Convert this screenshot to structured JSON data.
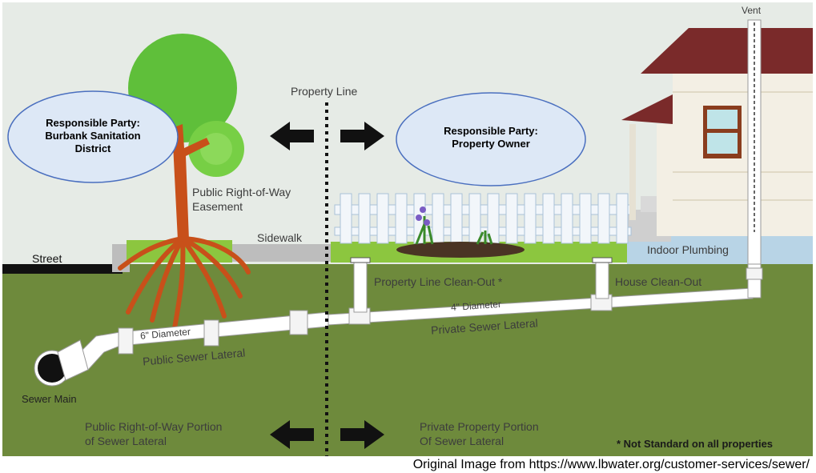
{
  "labels": {
    "vent": "Vent",
    "property_line": "Property Line",
    "public_row_easement_line1": "Public Right-of-Way",
    "public_row_easement_line2": "Easement",
    "sidewalk": "Sidewalk",
    "street": "Street",
    "indoor_plumbing": "Indoor Plumbing",
    "property_line_cleanout": "Property Line Clean-Out *",
    "house_cleanout": "House Clean-Out",
    "diameter_6": "6\" Diameter",
    "diameter_4": "4\" Diameter",
    "public_sewer_lateral": "Public Sewer Lateral",
    "private_sewer_lateral": "Private Sewer Lateral",
    "sewer_main": "Sewer Main",
    "public_portion_line1": "Public Right-of-Way Portion",
    "public_portion_line2": "of Sewer Lateral",
    "private_portion_line1": "Private Property Portion",
    "private_portion_line2": "Of Sewer Lateral",
    "footnote": "* Not Standard on all properties"
  },
  "bubbles": {
    "left_line1": "Responsible Party:",
    "left_line2": "Burbank Sanitation",
    "left_line3": "District",
    "right_line1": "Responsible Party:",
    "right_line2": "Property Owner"
  },
  "caption": "Original Image from https://www.lbwater.org/customer-services/sewer/",
  "colors": {
    "sky": "#e6ebe6",
    "ground": "#6e8a3c",
    "grass": "#8cc63f",
    "pipe": "#ffffff",
    "house": "#f3efe4",
    "roof": "#7a2a2a",
    "root": "#c8501a",
    "bubble_fill": "#dde8f6",
    "bubble_stroke": "#4a6fbf"
  }
}
